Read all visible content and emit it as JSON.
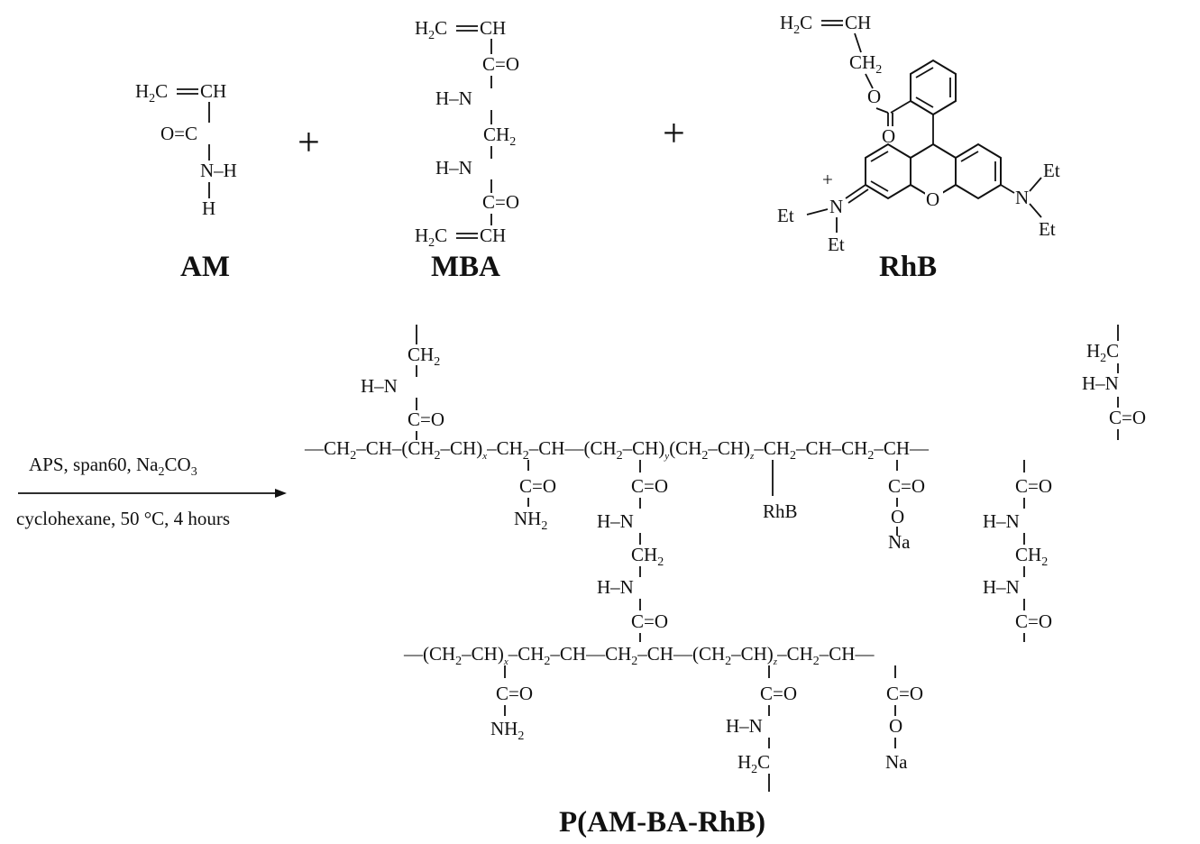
{
  "reactants": [
    {
      "label": "AM"
    },
    {
      "label": "MBA"
    },
    {
      "label": "RhB"
    }
  ],
  "plus": "+",
  "conditions": {
    "above": "APS, span60, Na₂CO₃",
    "below": "cyclohexane, 50 °C, 4 hours"
  },
  "product": {
    "label": "P(AM-BA-RhB)"
  },
  "atoms": {
    "ch2_vinyl": "H₂C",
    "ch": "CH",
    "c_eq_o": "C=O",
    "o_eq_c": "O=C",
    "n_h": "N–H",
    "h_n": "H–N",
    "h": "H",
    "ch2": "CH₂",
    "nh2": "NH₂",
    "o": "O",
    "na": "Na",
    "n": "N",
    "et": "Et",
    "plus_charge": "+",
    "rhb": "RhB",
    "x": "x",
    "y": "y",
    "z": "z"
  }
}
